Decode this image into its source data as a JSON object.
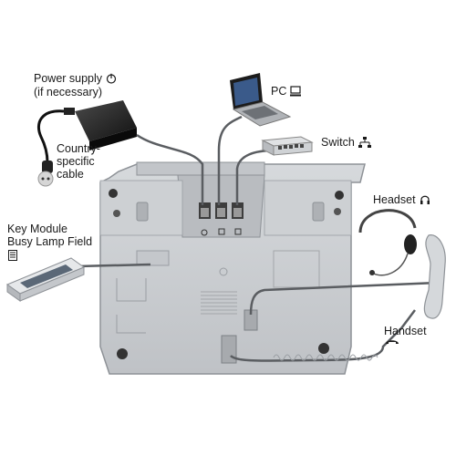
{
  "labels": {
    "power_supply": "Power supply",
    "if_necessary": "(if necessary)",
    "country_specific_1": "Country-",
    "country_specific_2": "specific",
    "country_specific_3": "cable",
    "pc": "PC",
    "switch": "Switch",
    "headset": "Headset",
    "key_module_1": "Key Module",
    "key_module_2": "Busy Lamp Field",
    "handset": "Handset"
  },
  "icons": {
    "power": "power-icon",
    "pc": "computer-icon",
    "switch": "network-switch-icon",
    "headset": "headset-icon",
    "key_module": "key-module-icon",
    "handset": "handset-icon"
  },
  "colors": {
    "phone_body": "#c9ccd0",
    "phone_outline": "#8e9297",
    "cable": "#5a5d61",
    "text": "#1a1a1a"
  }
}
